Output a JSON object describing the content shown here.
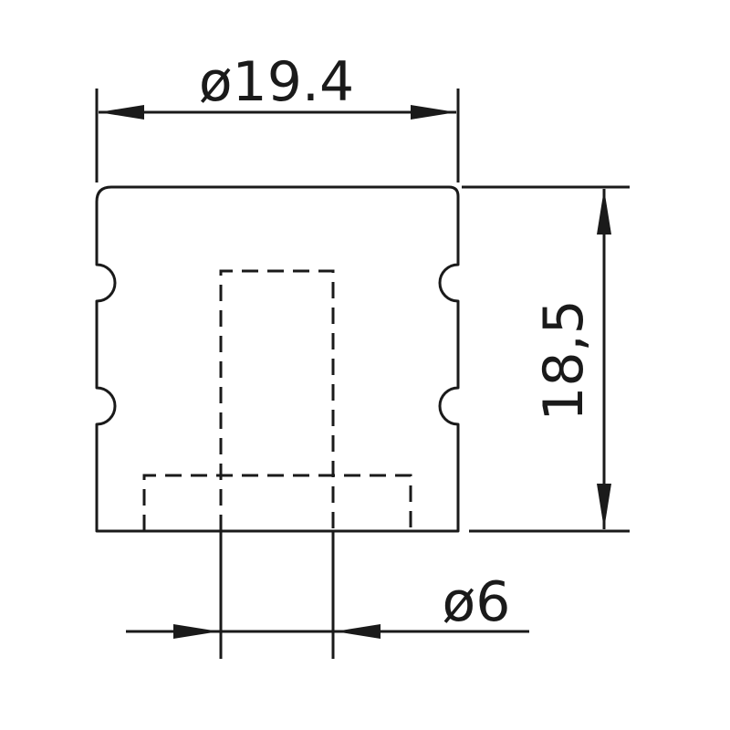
{
  "drawing": {
    "width_dimension": "ø19.4",
    "height_dimension": "18,5",
    "hole_dimension": "ø6"
  },
  "colors": {
    "line": "#1a1a1a",
    "background": "#ffffff"
  }
}
